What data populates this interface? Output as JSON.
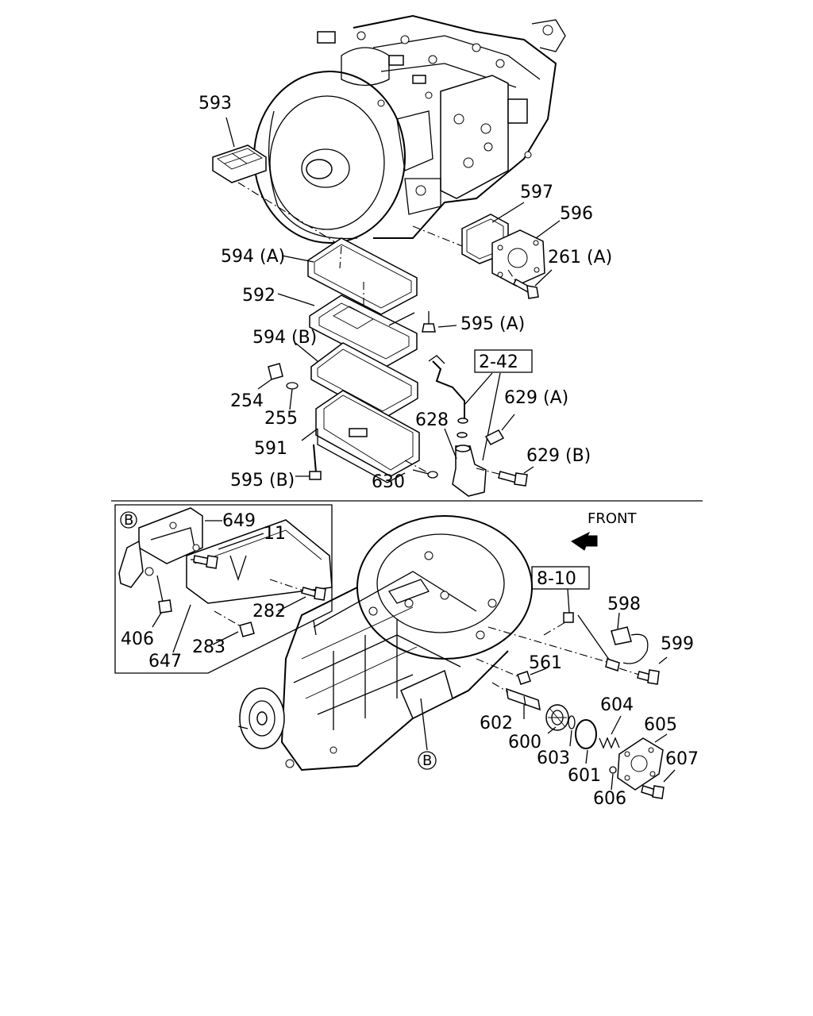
{
  "labels": {
    "p593": "593",
    "p597": "597",
    "p596": "596",
    "p594a": "594 (A)",
    "p261a": "261 (A)",
    "p592": "592",
    "p595a": "595 (A)",
    "p594b": "594 (B)",
    "p242": "2-42",
    "p629a": "629 (A)",
    "p254": "254",
    "p255": "255",
    "p628": "628",
    "p591": "591",
    "p629b": "629 (B)",
    "p595b": "595 (B)",
    "p630": "630",
    "calloutB": "B",
    "p649": "649",
    "p11": "11",
    "front": "FRONT",
    "p810": "8-10",
    "p598": "598",
    "p282": "282",
    "p599": "599",
    "p406": "406",
    "p283": "283",
    "p647": "647",
    "p561": "561",
    "p604": "604",
    "p602": "602",
    "p605": "605",
    "p600": "600",
    "p607": "607",
    "p603": "603",
    "p601": "601",
    "p606": "606"
  }
}
